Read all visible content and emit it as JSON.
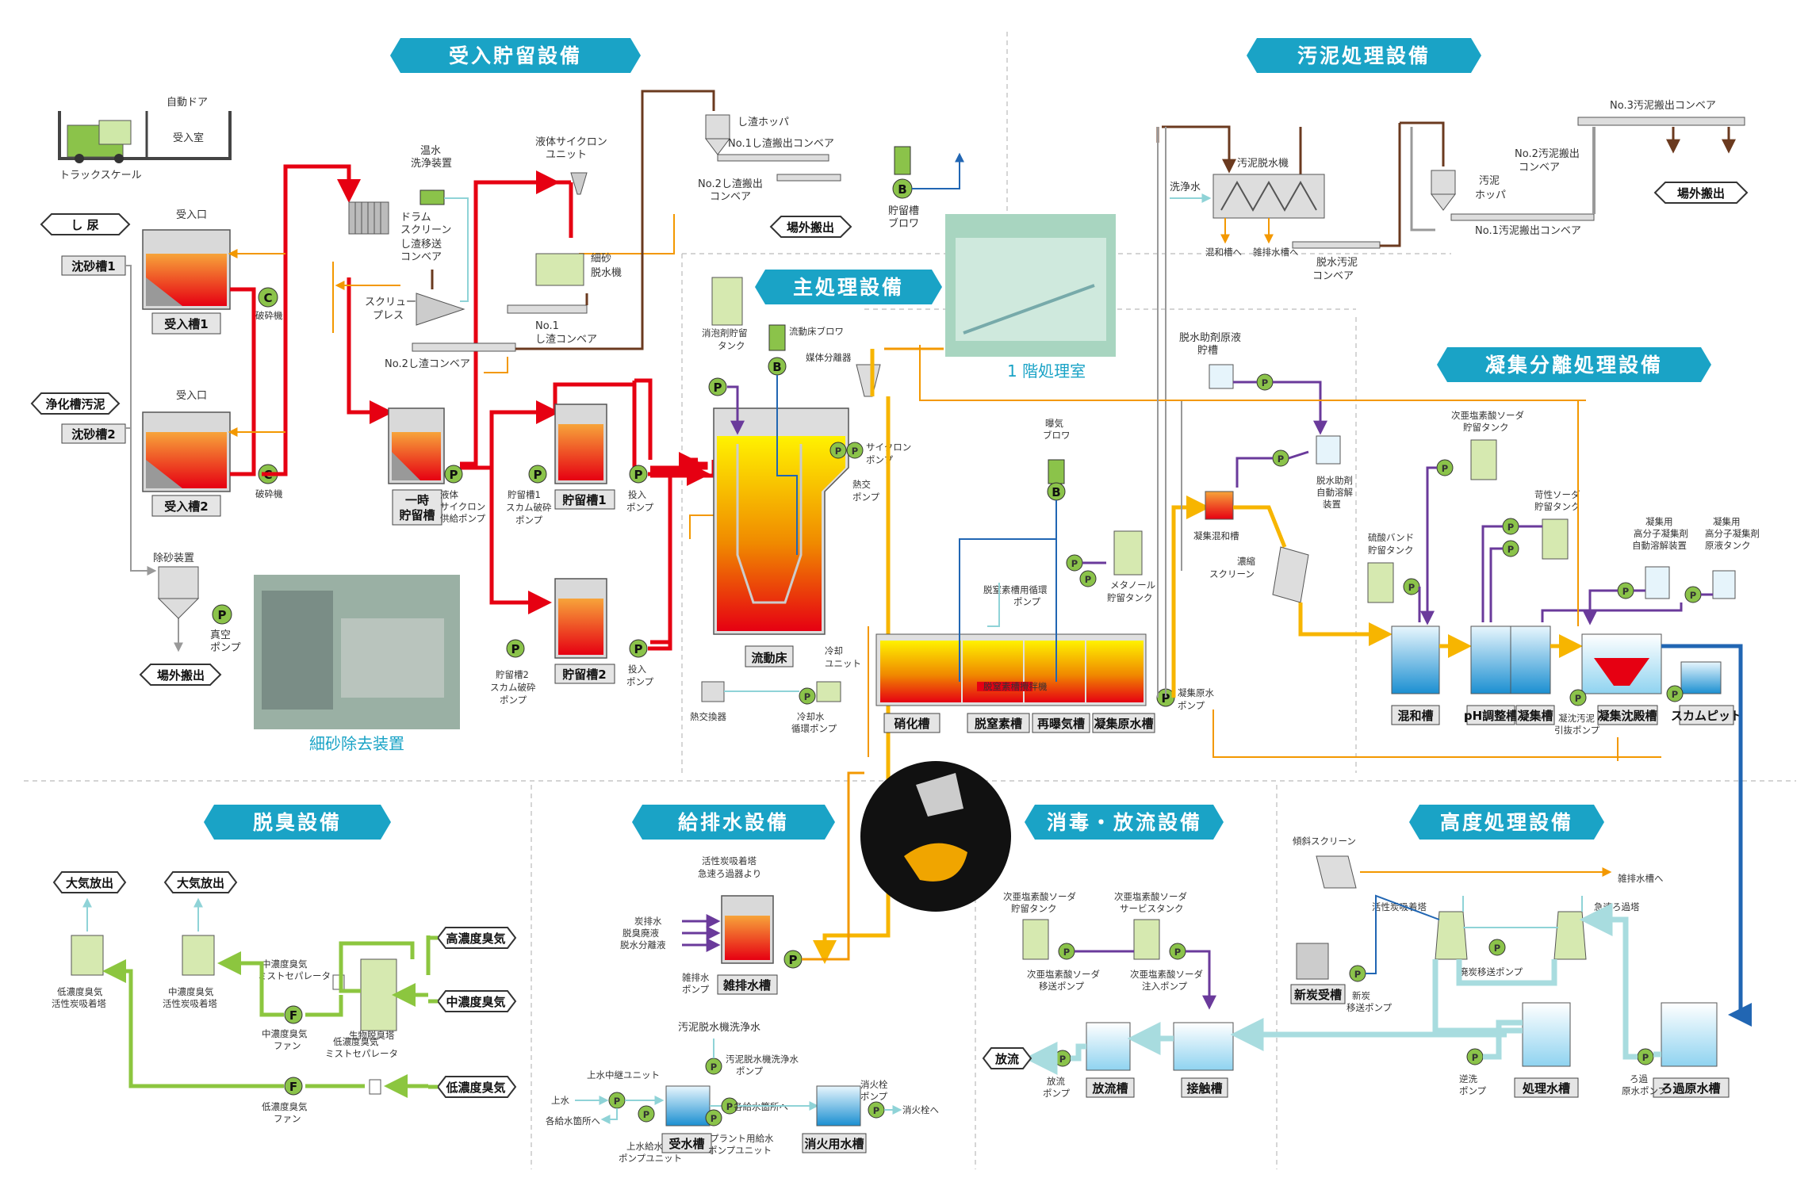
{
  "sections": {
    "receiving": "受入貯留設備",
    "sludge": "汚泥処理設備",
    "main": "主処理設備",
    "coag": "凝集分離処理設備",
    "deodor": "脱臭設備",
    "water": "給排水設備",
    "disinfect": "消毒・放流設備",
    "advanced": "高度処理設備"
  },
  "inputs": {
    "shinyou": "し 尿",
    "jokaso": "浄化槽汚泥",
    "chinsa1": "沈砂槽1",
    "chinsa2": "沈砂槽2"
  },
  "tanks": {
    "ukeire1": "受入槽1",
    "ukeire2": "受入槽2",
    "ichiji": "一時",
    "ichiji2": "貯留槽",
    "chozou1": "貯留槽1",
    "chozou2": "貯留槽2",
    "ryudosho": "流動床",
    "shoka": "硝化槽",
    "datsuchisso": "脱窒素槽",
    "saibakki": "再曝気槽",
    "gyoshugen": "凝集原水槽",
    "konwa": "混和槽",
    "ph": "pH調整槽",
    "gyoshu": "凝集槽",
    "gyoshuchinden": "凝集沈殿槽",
    "scum": "スカムピット",
    "rokagensui": "ろ過原水槽",
    "shorisui": "処理水槽",
    "shintan": "新炭受槽",
    "setsusho": "接触槽",
    "horyu": "放流槽",
    "zatsuhaisui": "雑排水槽",
    "jusui": "受水槽",
    "shokasen": "消火用水槽"
  },
  "labels": {
    "jidodoor": "自動ドア",
    "ukeireshitsu": "受入室",
    "truck": "トラックスケール",
    "ukeireguchi1": "受入口",
    "ukeireguchi2": "受入口",
    "hasaiki1": "破砕機",
    "hasaiki2": "破砕機",
    "onsui1": "温水",
    "onsui2": "洗浄装置",
    "drum1": "ドラム",
    "drum2": "スクリーン",
    "shisai1": "し渣移送",
    "shisai2": "コンベア",
    "screwpress1": "スクリュー",
    "screwpress2": "プレス",
    "no2shisa": "No.2し渣コンベア",
    "cyclone1": "液体サイクロン",
    "cyclone2": "ユニット",
    "saisa1": "細砂",
    "saisa2": "脱水機",
    "no1shisa1": "No.1",
    "no1shisa2": "し渣コンベア",
    "hopper": "し渣ホッパ",
    "no1hansyutu": "No.1し渣搬出コンベア",
    "no2hansyutu1": "No.2し渣搬出",
    "no2hansyutu2": "コンベア",
    "jogaihansyutu": "場外搬出",
    "chouryu1": "貯留槽",
    "chouryu2": "ブロワ",
    "jyosa1": "除砂装置",
    "shinku1": "真空",
    "shinku2": "ポンプ",
    "hansyutu2": "場外搬出",
    "ekitai1": "液体",
    "ekitai2": "サイクロン",
    "ekitai3": "供給ポンプ",
    "chozousc1": "貯留槽1",
    "chozousc2": "スカム破砕",
    "chozousc3": "ポンプ",
    "tonyu1a": "投入",
    "tonyu1b": "ポンプ",
    "chozousc2a": "貯留槽2",
    "chozousc2b": "スカム破砕",
    "chozousc2c": "ポンプ",
    "tonyu2a": "投入",
    "tonyu2b": "ポンプ",
    "saisaphoto": "細砂除去装置",
    "shoho1": "消泡剤貯留",
    "shoho2": "タンク",
    "ryudoblower": "流動床ブロワ",
    "baitai": "媒体分離器",
    "cycpump1": "サイクロン",
    "cycpump2": "ポンプ",
    "netsuko1": "熱交",
    "netsuko2": "ポンプ",
    "netsukanki": "熱交換器",
    "reikyaku1": "冷却",
    "reikyaku2": "ユニット",
    "reikyakusui1": "冷却水",
    "reikyakusui2": "循環ポンプ",
    "shitsu1": "1 階処理室",
    "bakki1": "曝気",
    "bakki2": "ブロワ",
    "datsujunkan1": "脱窒素槽用循環",
    "datsujunkan2": "ポンプ",
    "methanol1": "メタノール",
    "methanol2": "貯留タンク",
    "datsuchissokakuhan": "脱窒素槽攪拌機",
    "gyoshugenp1": "凝集原水",
    "gyoshugenp2": "ポンプ",
    "senjosui": "洗浄水",
    "odeidassui": "汚泥脱水機",
    "konwahe": "混和槽へ",
    "zatsuhe": "雑排水槽へ",
    "dassuiodei1": "脱水汚泥",
    "dassuiodei2": "コンベア",
    "odeihopper1": "汚泥",
    "odeihopper2": "ホッパ",
    "no1odei": "No.1汚泥搬出コンベア",
    "no2odei1": "No.2汚泥搬出",
    "no2odei2": "コンベア",
    "no3odei": "No.3汚泥搬出コンベア",
    "hansyutu3": "場外搬出",
    "dassuijozai1": "脱水助剤原液",
    "dassuijozai2": "貯槽",
    "dassuijd1": "脱水助剤",
    "dassuijd2": "自動溶解",
    "dassuijd3": "装置",
    "gyoshukonwa": "凝集混和槽",
    "noushuku1": "濃縮",
    "noushuku2": "スクリーン",
    "jiensou1": "次亜塩素酸ソーダ",
    "jiensou2": "貯留タンク",
    "ryusan1": "硫酸バンド",
    "ryusan2": "貯留タンク",
    "kasei1": "苛性ソーダ",
    "kasei2": "貯留タンク",
    "gyoshuyo1": "凝集用",
    "gyoshuyo2": "高分子凝集剤",
    "gyoshuyo3": "自動溶解装置",
    "gyoshuyo4": "凝集用",
    "gyoshuyo5": "高分子凝集剤",
    "gyoshuyo6": "原液タンク",
    "gyoshuodei1": "凝沈汚泥",
    "gyoshuodei2": "引抜ポンプ",
    "taiki1": "大気放出",
    "taiki2": "大気放出",
    "teino1": "低濃度臭気",
    "teino2": "活性炭吸着塔",
    "chuno1": "中濃度臭気",
    "chuno2": "活性炭吸着塔",
    "chunomist1": "中濃度臭気",
    "chunomist2": "ミストセパレータ",
    "chunofan1": "中濃度臭気",
    "chunofan2": "ファン",
    "seibutsu": "生物脱臭塔",
    "teinomist1": "低濃度臭気",
    "teinomist2": "ミストセパレータ",
    "teinofan1": "低濃度臭気",
    "teinofan2": "ファン",
    "kounoudo": "高濃度臭気",
    "chunoudo": "中濃度臭気",
    "teinoudo": "低濃度臭気",
    "kasseitan1": "活性炭吸着塔",
    "kasseitan2": "急速ろ過器より",
    "haihaisui": "炭排水",
    "dasshuhaieki": "脱臭廃液",
    "dassuibunri": "脱水分離液",
    "zatsupump1": "雑排水",
    "zatsupump2": "ポンプ",
    "odeisenjo": "汚泥脱水機洗浄水",
    "odeisenjop1": "汚泥脱水機洗浄水",
    "odeisenjop2": "ポンプ",
    "josuiunit": "上水中継ユニット",
    "josui": "上水",
    "kakukyusui": "各給水箇所へ",
    "kakukyusui2": "各給水箇所へ",
    "josuikyusui1": "上水給水",
    "josuikyusui2": "ポンプユニット",
    "plant1": "プラント用給水",
    "plant2": "ポンプユニット",
    "shokasenp1": "消火栓",
    "shokasenp2": "ポンプ",
    "shokasenhe": "消火栓へ",
    "jiensou3": "次亜塩素酸ソーダ",
    "jiensou4": "貯留タンク",
    "jiensou5": "次亜塩素酸ソーダ",
    "jiensou6": "サービスタンク",
    "jiensoutrans1": "次亜塩素酸ソーダ",
    "jiensoutrans2": "移送ポンプ",
    "jiensouinj1": "次亜塩素酸ソーダ",
    "jiensouinj2": "注入ポンプ",
    "horyuout": "放流",
    "horyup1": "放流",
    "horyup2": "ポンプ",
    "keisha": "傾斜スクリーン",
    "zatsuhe2": "雑排水槽へ",
    "kasseitankyu": "活性炭吸着塔",
    "kyusokuroka": "急速ろ過塔",
    "haitan": "廃炭移送ポンプ",
    "shintanp1": "新炭",
    "shintanp2": "移送ポンプ",
    "gyakuryu1": "逆洗",
    "gyakuryu2": "ポンプ",
    "rokap1": "ろ過",
    "rokap2": "原水ポンプ"
  }
}
